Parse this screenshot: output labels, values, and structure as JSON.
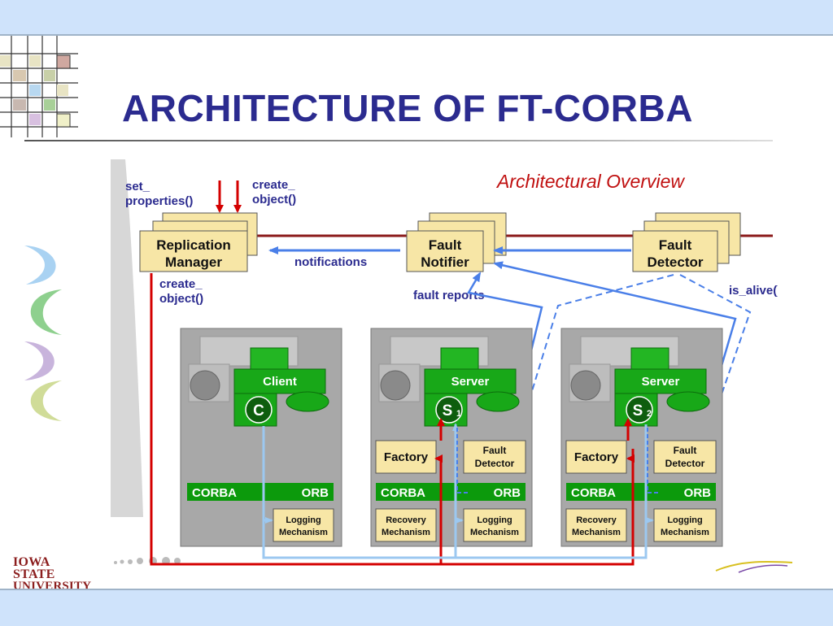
{
  "slide": {
    "title": "ARCHITECTURE OF FT-CORBA"
  },
  "logo": {
    "line1": "IOWA STATE",
    "line2": "UNIVERSITY"
  },
  "diagram": {
    "heading": "Architectural Overview",
    "replication_manager": {
      "line1": "Replication",
      "line2": "Manager"
    },
    "fault_notifier": {
      "line1": "Fault",
      "line2": "Notifier"
    },
    "fault_detector_top": {
      "line1": "Fault",
      "line2": "Detector"
    },
    "labels": {
      "set_properties_1": "set_",
      "set_properties_2": "properties()",
      "create_object_top_1": "create_",
      "create_object_top_2": "object()",
      "create_object_left_1": "create_",
      "create_object_left_2": "object()",
      "notifications": "notifications",
      "fault_reports": "fault reports",
      "is_alive": "is_alive()"
    },
    "hosts": [
      {
        "component": "Client",
        "badge": "C",
        "corba": "CORBA",
        "orb": "ORB",
        "logging": [
          "Logging",
          "Mechanism"
        ]
      },
      {
        "component": "Server",
        "badge": "S",
        "sub": "1",
        "factory": "Factory",
        "detector": [
          "Fault",
          "Detector"
        ],
        "corba": "CORBA",
        "orb": "ORB",
        "recovery": [
          "Recovery",
          "Mechanism"
        ],
        "logging": [
          "Logging",
          "Mechanism"
        ]
      },
      {
        "component": "Server",
        "badge": "S",
        "sub": "2",
        "factory": "Factory",
        "detector": [
          "Fault",
          "Detector"
        ],
        "corba": "CORBA",
        "orb": "ORB",
        "recovery": [
          "Recovery",
          "Mechanism"
        ],
        "logging": [
          "Logging",
          "Mechanism"
        ]
      }
    ]
  },
  "colors": {
    "title": "#2b2b8f",
    "box_fill": "#f7e6a6",
    "box_stroke": "#555555",
    "red_line": "#d40000",
    "blue_line": "#4a7fe8",
    "light_blue": "#9cc8f0",
    "green": "#129a12",
    "host_gray": "#a8a8a8"
  }
}
